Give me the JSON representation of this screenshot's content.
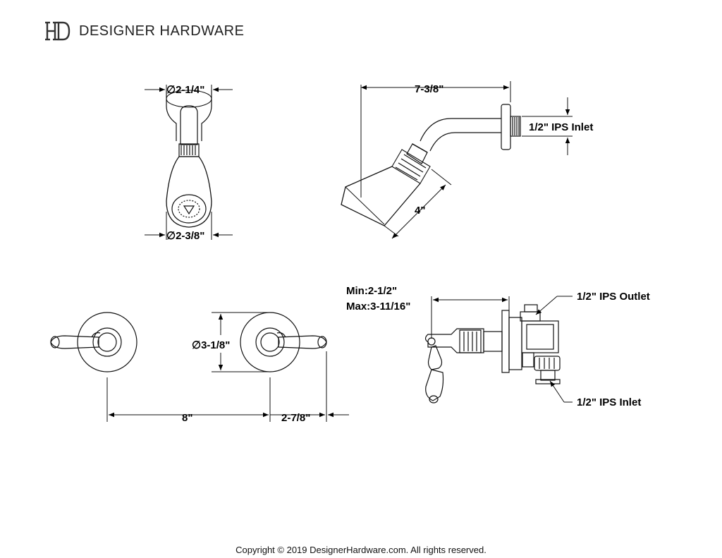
{
  "brand": {
    "logo_icon": "dh-monogram-icon",
    "name": "DESIGNER HARDWARE"
  },
  "showerhead_front": {
    "top_diameter": "∅2-1/4\"",
    "bottom_diameter": "∅2-3/8\""
  },
  "showerhead_side": {
    "arm_length": "7-3/8\"",
    "inlet": "1/2\" IPS Inlet",
    "head_length": "4\""
  },
  "handles_front": {
    "escutcheon_diameter": "∅3-1/8\"",
    "center_spacing": "8\"",
    "handle_projection": "2-7/8\""
  },
  "valve_side": {
    "wall_min": "Min:2-1/2\"",
    "wall_max": "Max:3-11/16\"",
    "outlet": "1/2\" IPS Outlet",
    "inlet": "1/2\" IPS Inlet"
  },
  "footer": {
    "copyright": "Copyright © 2019 DesignerHardware.com. All rights reserved."
  }
}
